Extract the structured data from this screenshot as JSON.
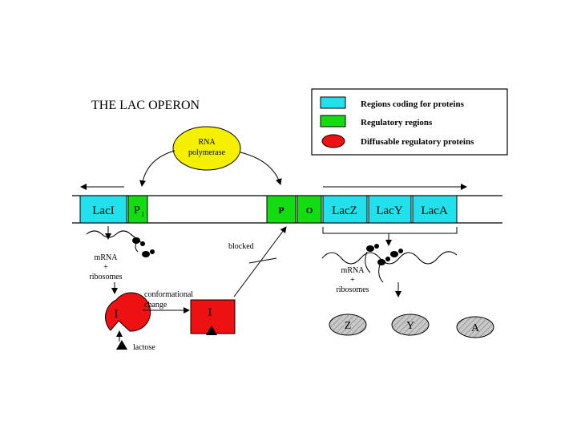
{
  "title": "THE LAC OPERON",
  "legend": {
    "items": [
      {
        "label": "Regions coding for proteins",
        "color": "#22e0ec",
        "shape": "rect"
      },
      {
        "label": "Regulatory regions",
        "color": "#11dd11",
        "shape": "rect"
      },
      {
        "label": "Diffusable regulatory proteins",
        "color": "#ee1111",
        "shape": "ellipse"
      }
    ]
  },
  "rna_polymerase": {
    "line1": "RNA",
    "line2": "polymerase",
    "color": "#f4f000"
  },
  "dna": {
    "laci": "LacI",
    "p1": "P",
    "p1_sub": "1",
    "p": "P",
    "o": "O",
    "lacz": "LacZ",
    "lacy": "LacY",
    "laca": "LacA"
  },
  "labels": {
    "mrna_left": "mRNA",
    "plus_left": "+",
    "ribosomes_left": "ribosomes",
    "conformational": "conformational",
    "change": "change",
    "blocked": "blocked",
    "repressor_active": "I",
    "repressor_inactive": "I",
    "lactose": "lactose",
    "mrna_right": "mRNA",
    "plus_right": "+",
    "ribosomes_right": "ribosomes"
  },
  "proteins": [
    "Z",
    "Y",
    "A"
  ],
  "colors": {
    "coding": "#22e0ec",
    "regulatory": "#11dd11",
    "repressor": "#ee1111",
    "protein_fill": "#bdbdbd"
  }
}
